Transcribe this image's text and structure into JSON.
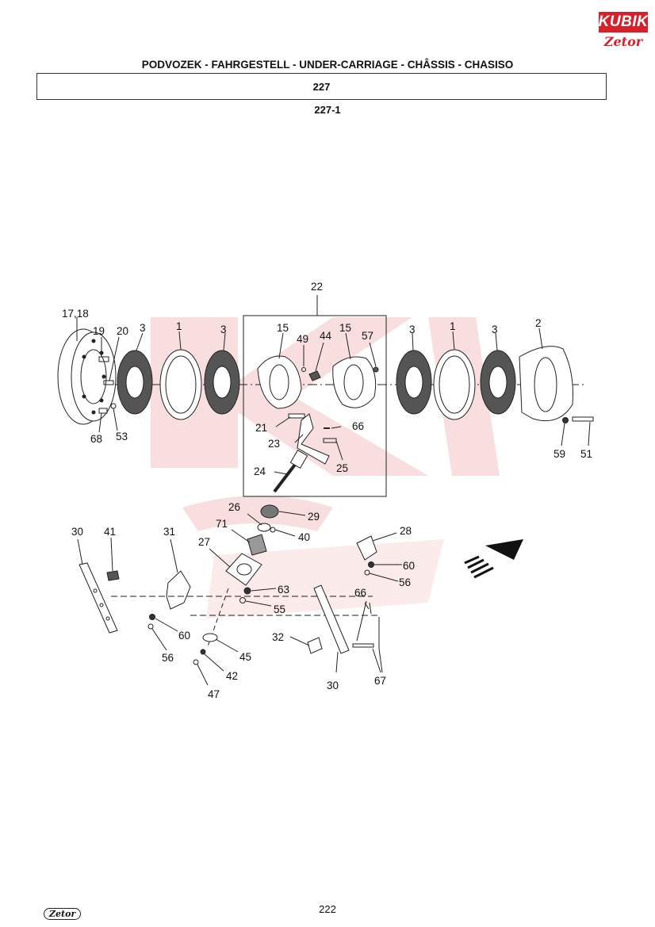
{
  "header": {
    "logo_top": "KUBIK",
    "logo_bottom": "Zetor",
    "title": "PODVOZEK - FAHRGESTELL - UNDER-CARRIAGE - CHÂSSIS - CHASISO",
    "group": "227",
    "subgroup": "227-1"
  },
  "callouts": {
    "c1718": "17,18",
    "c19": "19",
    "c20": "20",
    "c3a": "3",
    "c1a": "1",
    "c3b": "3",
    "c22": "22",
    "c15a": "15",
    "c49": "49",
    "c44": "44",
    "c15b": "15",
    "c57": "57",
    "c3c": "3",
    "c1b": "1",
    "c3d": "3",
    "c2": "2",
    "c68": "68",
    "c53": "53",
    "c21": "21",
    "c23": "23",
    "c66a": "66",
    "c25": "25",
    "c24": "24",
    "c59": "59",
    "c51": "51",
    "c29": "29",
    "c26": "26",
    "c40": "40",
    "c71": "71",
    "c27": "27",
    "c28": "28",
    "c30a": "30",
    "c41": "41",
    "c31": "31",
    "c60a": "60",
    "c56a": "56",
    "c63": "63",
    "c55": "55",
    "c66b": "66",
    "c45": "45",
    "c42": "42",
    "c47": "47",
    "c60b": "60",
    "c56b": "56",
    "c32": "32",
    "c30b": "30",
    "c67": "67"
  },
  "colors": {
    "watermark": "#f4c9c9",
    "line": "#222222",
    "accent": "#d6202a"
  },
  "footer": {
    "page_number": "222",
    "logo": "Zetor"
  }
}
